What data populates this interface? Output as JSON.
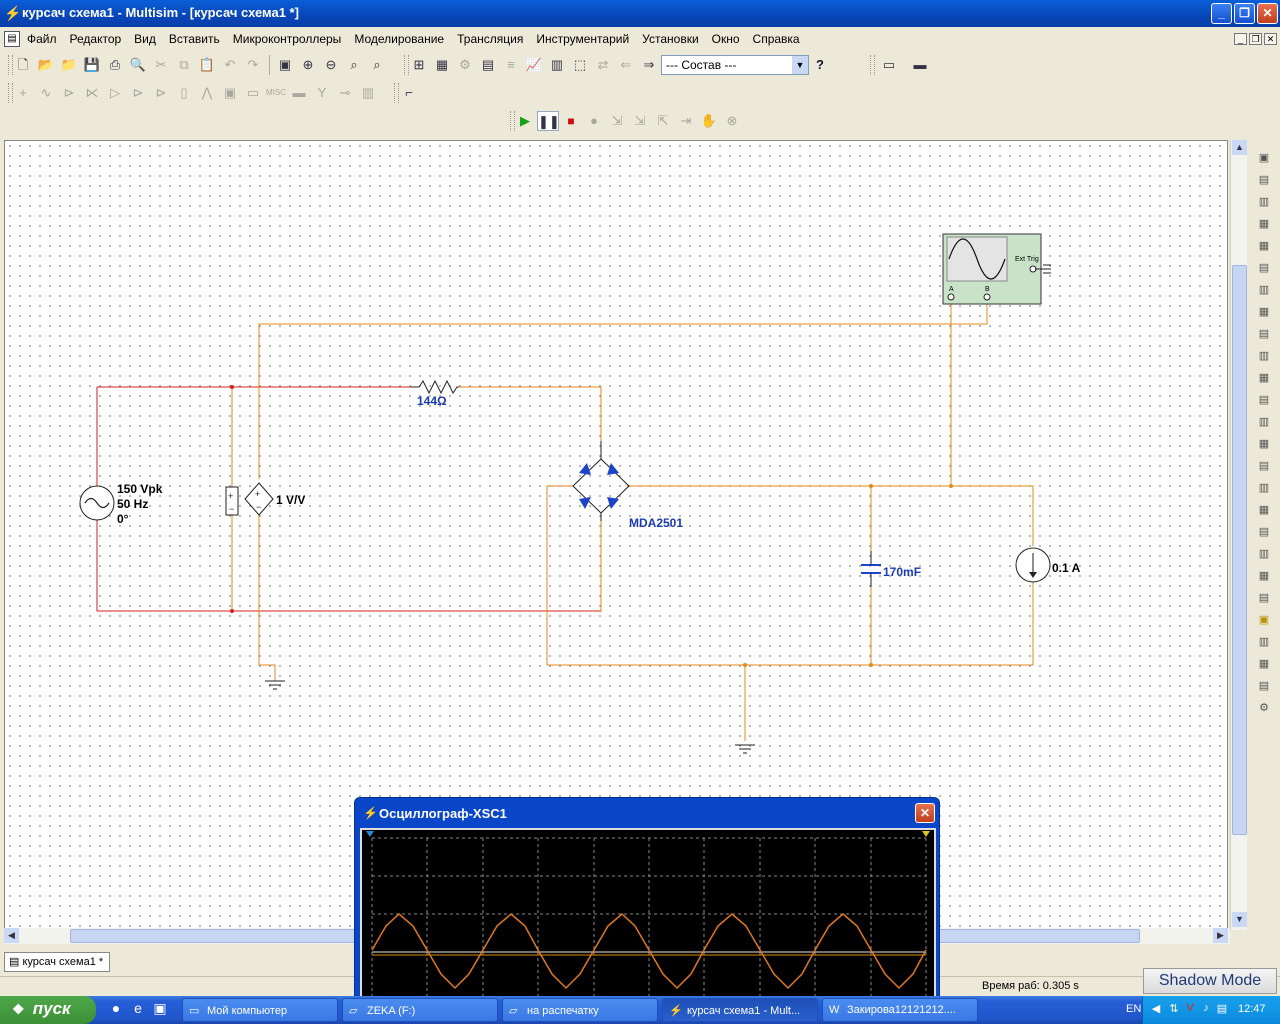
{
  "window": {
    "title": "курсач схема1 - Multisim - [курсач схема1 *]"
  },
  "menu": [
    "Файл",
    "Редактор",
    "Вид",
    "Вставить",
    "Микроконтроллеры",
    "Моделирование",
    "Трансляция",
    "Инструментарий",
    "Установки",
    "Окно",
    "Справка"
  ],
  "toolbar": {
    "combo_value": "--- Состав ---",
    "help": "?"
  },
  "circuit": {
    "source_lines": [
      "150 Vpk",
      "50 Hz",
      "0°"
    ],
    "vcvs_label": "1 V/V",
    "resistor_label": "144Ω",
    "bridge_label": "MDA2501",
    "capacitor_label": "170mF",
    "current_source_label": "0.1 A",
    "scope_pins": {
      "a": "A",
      "b": "B",
      "ext_trig": "Ext Trig"
    }
  },
  "tabs": {
    "document": "курсач схема1 *"
  },
  "status": {
    "sim_time": "Время раб: 0.305 s",
    "shadow_mode": "Shadow Mode"
  },
  "scope": {
    "title": "Осциллограф-XSC1"
  },
  "taskbar": {
    "start": "пуск",
    "tasks": [
      "Мой компьютер",
      "ZEKA (F:)",
      "на распечатку",
      "курсач схема1 - Mult...",
      "Закирова12121212...."
    ],
    "lang": "EN",
    "clock": "12:47"
  }
}
